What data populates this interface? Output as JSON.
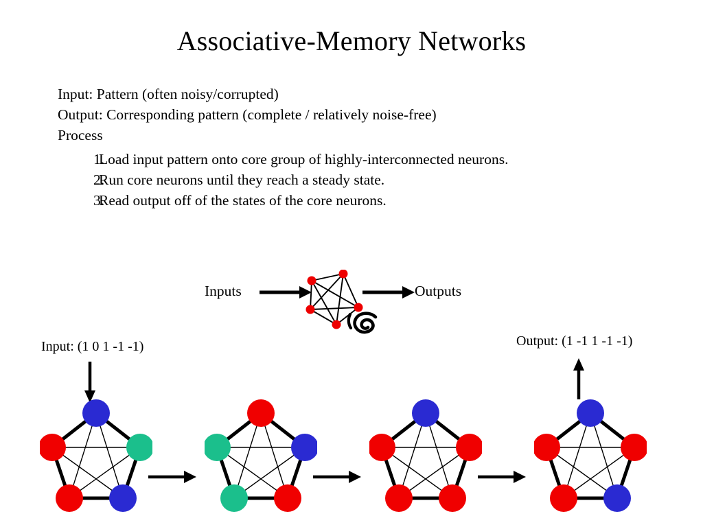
{
  "slide": {
    "title": "Associative-Memory Networks",
    "lines": [
      "Input: Pattern (often noisy/corrupted)",
      "Output: Corresponding pattern (complete / relatively noise-free)",
      "Process"
    ],
    "steps": [
      {
        "num": "1.",
        "text": "Load input pattern onto core group of highly-interconnected neurons."
      },
      {
        "num": "2.",
        "text": "Run core neurons until they reach a steady state."
      },
      {
        "num": "3.",
        "text": "Read output off of the states of the core neurons."
      }
    ],
    "flow": {
      "inputs_label": "Inputs",
      "outputs_label": "Outputs"
    },
    "pattern": {
      "input_label": "Input: (1 0 1 -1 -1)",
      "output_label": "Output: (1 -1 1 -1 -1)"
    }
  },
  "colors": {
    "red": "#f00000",
    "blue": "#2a2ad2",
    "teal": "#1bbf8c",
    "edge": "#000000",
    "background": "#ffffff",
    "core_node": "#ee0000"
  },
  "networks": [
    {
      "name": "state-1",
      "nodes": [
        "blue",
        "red",
        "teal",
        "red",
        "blue"
      ]
    },
    {
      "name": "state-2",
      "nodes": [
        "red",
        "teal",
        "blue",
        "teal",
        "red"
      ]
    },
    {
      "name": "state-3",
      "nodes": [
        "blue",
        "red",
        "red",
        "red",
        "red"
      ]
    },
    {
      "name": "state-4",
      "nodes": [
        "blue",
        "red",
        "red",
        "red",
        "blue"
      ]
    }
  ],
  "core_cluster": {
    "node_count": 5,
    "points": [
      [
        12,
        16
      ],
      [
        58,
        6
      ],
      [
        10,
        58
      ],
      [
        80,
        55
      ],
      [
        48,
        80
      ]
    ]
  }
}
